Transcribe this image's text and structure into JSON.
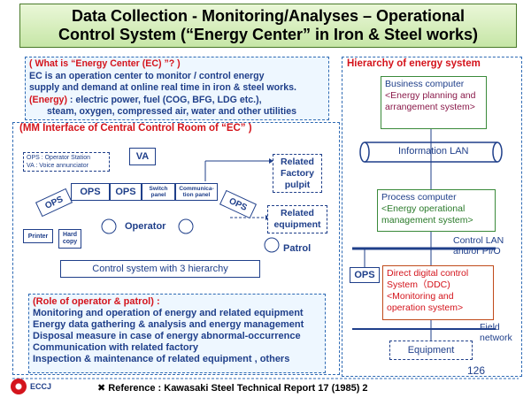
{
  "title": {
    "line1": "Data Collection - Monitoring/Analyses – Operational",
    "line2": "Control System (“Energy Center” in Iron & Steel works)"
  },
  "what": {
    "heading": "( What is “Energy Center (EC) ”? )",
    "line1": "EC is an operation center to monitor / control energy",
    "line2": "supply and demand at online real time in iron & steel works.",
    "energy_label": "(Energy) ",
    "energy_text": ": electric power, fuel (COG, BFG, LDG etc.),",
    "line4": "steam, oxygen, compressed air, water and other utilities"
  },
  "mmi": {
    "heading": "(MM Interface of Central Control Room of “EC” )",
    "legend_line1": "OPS : Operator Station",
    "legend_line2": "VA : Voice annunciator",
    "va": "VA",
    "ops_left": "OPS",
    "ops_mid1": "OPS",
    "ops_mid2": "OPS",
    "ops_right": "OPS",
    "switch_panel": "Switch panel",
    "comm_panel": "Communica- tion panel",
    "printer": "Printer",
    "hard_copy": "Hard copy",
    "operator": "Operator",
    "patrol": "Patrol",
    "related_factory": "Related Factory pulpit",
    "related_equipment": "Related equipment",
    "control_system": "Control system with 3 hierarchy"
  },
  "role": {
    "heading": "(Role of operator & patrol) :",
    "items": [
      "Monitoring and operation of energy and related equipment",
      "Energy data gathering & analysis and energy management",
      "Disposal measure in case of energy abnormal-occurrence",
      "Communication with related factory",
      "Inspection & maintenance of related equipment , others"
    ]
  },
  "hierarchy": {
    "heading": "Hierarchy of energy system",
    "business_title": "Business computer",
    "business_sub": "<Energy planning and arrangement system>",
    "info_lan": "Information LAN",
    "process_title": "Process computer",
    "process_sub": "<Energy operational management system>",
    "control_lan": "Control LAN and/or PI/O",
    "ops": "OPS",
    "ddc_title": "Direct digital control System（DDC)",
    "ddc_sub": "<Monitoring and operation system>",
    "field_network": "Field network",
    "equipment": "Equipment"
  },
  "footer": {
    "logo": "ECCJ",
    "reference": "✖ Reference : Kawasaki Steel Technical Report 17 (1985) 2",
    "page": "126"
  },
  "colors": {
    "accent_red": "#d4141c",
    "text_blue": "#1f3f8a",
    "panel_green": "#c6e6a6"
  }
}
